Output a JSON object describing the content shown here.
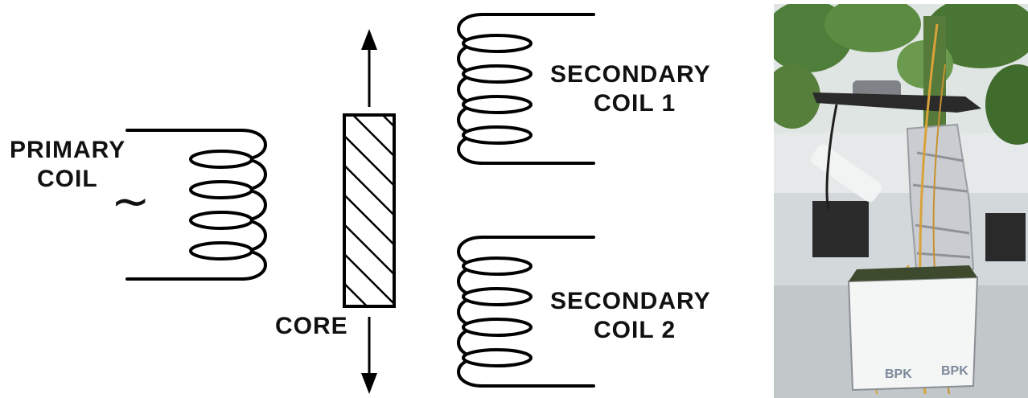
{
  "diagram": {
    "primary_label_line1": "PRIMARY",
    "primary_label_line2": "COIL",
    "ac_symbol": "~",
    "core_label": "CORE",
    "secondary1_label_line1": "SECONDARY",
    "secondary1_label_line2": "COIL 1",
    "secondary2_label_line1": "SECONDARY",
    "secondary2_label_line2": "COIL 2",
    "colors": {
      "ink": "#000000",
      "background": "#ffffff"
    }
  },
  "photo": {
    "subject": "LVDT sensor attached to tomato plant stem in greenhouse",
    "box_text": "BPK",
    "colors": {
      "foliage": "#4f7d3a",
      "foil": "#c9ccd0",
      "cable": "#d9a23a",
      "background": "#e9ecef"
    }
  }
}
